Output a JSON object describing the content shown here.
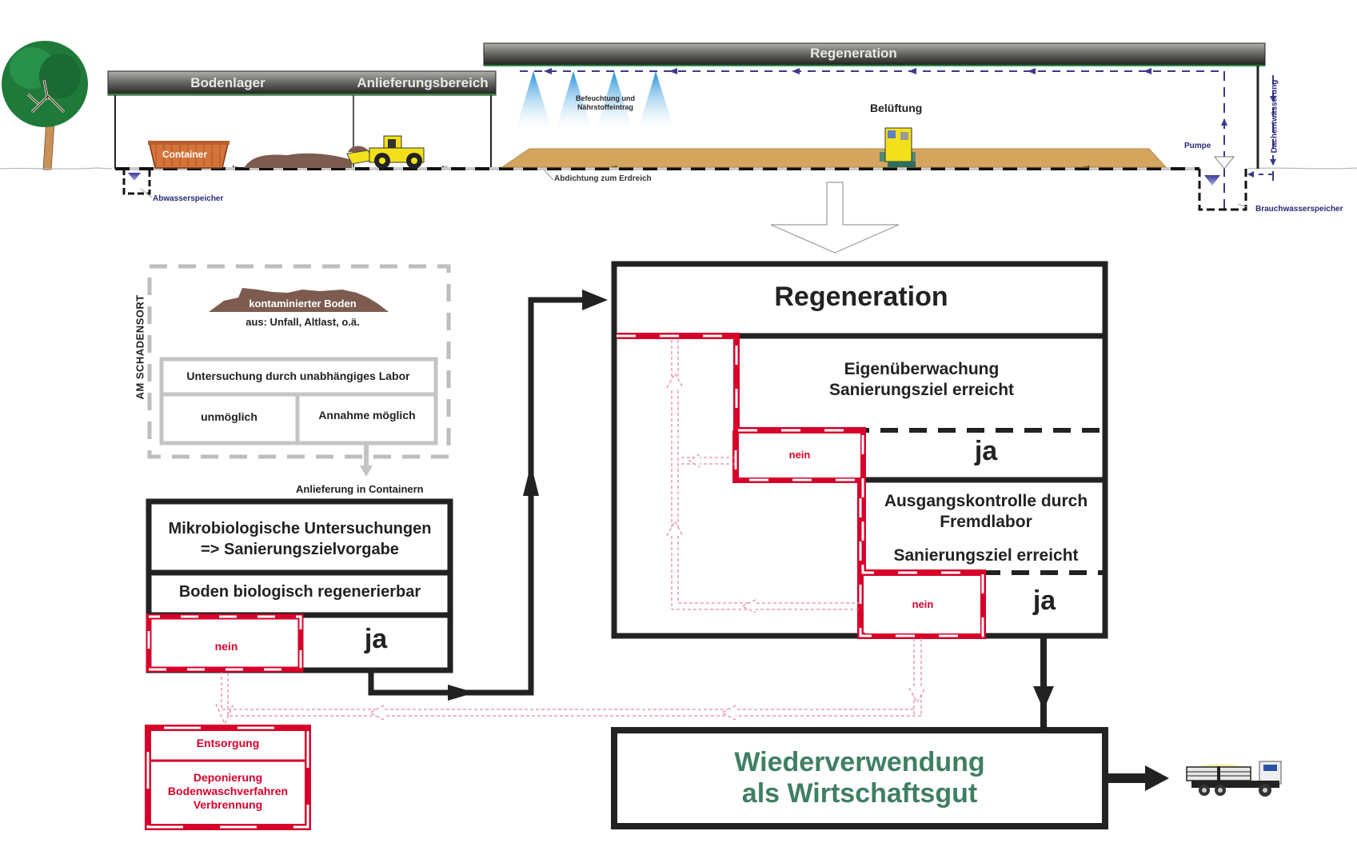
{
  "scene": {
    "roof_bodenlager": "Bodenlager",
    "roof_anlieferung": "Anlieferungsbereich",
    "roof_regeneration": "Regeneration",
    "container_label": "Container",
    "spray_label_line1": "Befeuchtung und",
    "spray_label_line2": "Nährstoffeintrag",
    "aeration_label": "Belüftung",
    "sealing_label": "Abdichtung zum Erdreich",
    "wastewater_label": "Abwasserspeicher",
    "pump_label": "Pumpe",
    "roof_drainage_label": "Dachentwässerung",
    "service_water_label": "Brauchwasserspeicher"
  },
  "site": {
    "side_label": "AM SCHADENSORT",
    "soil_label": "kontaminierter Boden",
    "soil_source": "aus: Unfall, Altlast, o.ä.",
    "lab_exam": "Untersuchung durch unabhängiges Labor",
    "impossible": "unmöglich",
    "acceptance_possible": "Annahme möglich",
    "delivery": "Anlieferung in Containern"
  },
  "intake": {
    "micro_line1": "Mikrobiologische Untersuchungen",
    "micro_line2": "=> Sanierungszielvorgabe",
    "regenerable": "Boden biologisch regenerierbar",
    "no": "nein",
    "yes": "ja"
  },
  "disposal": {
    "title": "Entsorgung",
    "line1": "Deponierung",
    "line2": "Bodenwaschverfahren",
    "line3": "Verbrennung"
  },
  "regeneration": {
    "title": "Regeneration",
    "self_monitor_line1": "Eigenüberwachung",
    "self_monitor_line2": "Sanierungsziel erreicht",
    "no1": "nein",
    "yes1": "ja",
    "exit_line1": "Ausgangskontrolle durch",
    "exit_line2": "Fremdlabor",
    "exit_line3": "Sanierungsziel erreicht",
    "no2": "nein",
    "yes2": "ja"
  },
  "reuse": {
    "line1": "Wiederverwendung",
    "line2": "als Wirtschaftsgut"
  },
  "colors": {
    "red": "#d6002a",
    "green": "#3f7f62",
    "flow_blue": "#3a3a8c",
    "soil_brown": "#7d5c4f",
    "bed_tan": "#d3a55e"
  }
}
